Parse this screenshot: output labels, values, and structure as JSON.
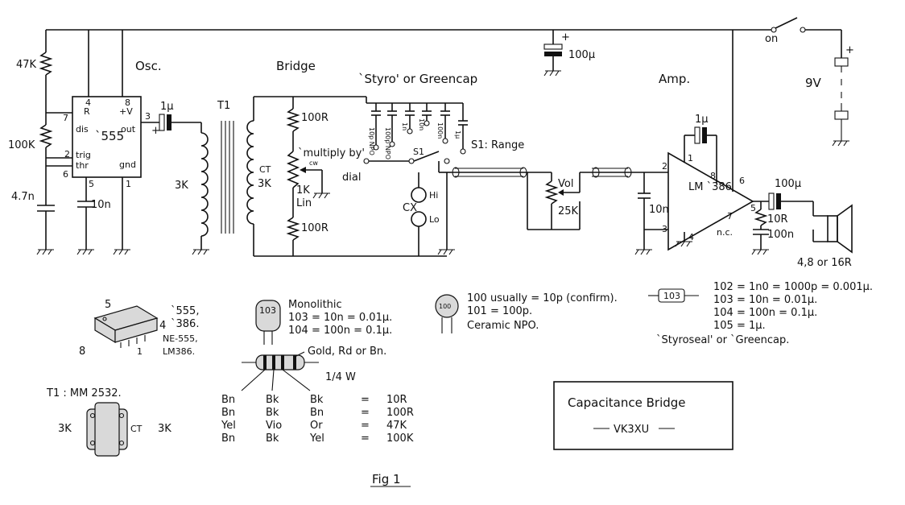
{
  "sections": {
    "osc": "Osc.",
    "bridge": "Bridge",
    "amp": "Amp.",
    "caps_header": "`Styro' or Greencap"
  },
  "power": {
    "switch_label": "on",
    "battery": "9V",
    "bypass_cap": "100µ"
  },
  "osc": {
    "r_top": "47K",
    "r_mid": "100K",
    "c_timing": "4.7n",
    "ic": "`555",
    "ctrl_cap": "10n",
    "pin_r": "R",
    "pin_v": "+V",
    "pin_dis": "dis",
    "pin_out": "out",
    "pin_trig": "trig",
    "pin_thr": "thr",
    "pin_gnd": "gnd",
    "pin4": "4",
    "pin8": "8",
    "pin7": "7",
    "pin3": "3",
    "pin2": "2",
    "pin6": "6",
    "pin5": "5",
    "pin1": "1",
    "coupling_cap": "1µ",
    "plus": "+"
  },
  "bridge": {
    "transformer": "T1",
    "primary": "3K",
    "secondary_ct": "CT",
    "secondary": "3K",
    "r_top": "100R",
    "pot": "1K",
    "pot_taper": "Lin",
    "r_bottom": "100R",
    "multiply": "`multiply by'",
    "dial": "dial",
    "switch": "S1",
    "range": "S1: Range",
    "cx": "CX",
    "hi": "Hi",
    "lo": "Lo",
    "cw": "cw"
  },
  "range_caps": [
    "10p NPO",
    "100p NPO",
    "1n",
    "10n",
    "100n",
    "1µ"
  ],
  "amp": {
    "vol": "Vol",
    "vol_value": "25K",
    "filter_cap": "10n",
    "ic": "LM `386",
    "gain_cap": "1µ",
    "pin1": "1",
    "pin8": "8",
    "pin2": "2",
    "pin3": "3",
    "pin4": "4",
    "pin5": "5",
    "pin6": "6",
    "pin7": "7",
    "nc": "n.c.",
    "out_cap": "100µ",
    "zobel_r": "10R",
    "zobel_c": "100n",
    "speaker": "4,8 or 16R"
  },
  "notes": {
    "ic_names": [
      "`555,",
      "`386."
    ],
    "ic_parts": [
      "NE-555,",
      "LM386."
    ],
    "ic_pin5": "5",
    "ic_pin4": "4",
    "ic_pin8": "8",
    "ic_pin1": "1",
    "mono_code": "103",
    "mono_title": "Monolithic",
    "mono_lines": [
      "103 = 10n = 0.01µ.",
      "104 = 100n = 0.1µ."
    ],
    "ceramic_code": "100",
    "ceramic_lines": [
      "100 usually = 10p (confirm).",
      "101    =    100p.",
      "Ceramic NPO."
    ],
    "styro_code": "103",
    "styro_lines": [
      "102 = 1n0 = 1000p = 0.001µ.",
      "103 = 10n = 0.01µ.",
      "104 = 100n = 0.1µ.",
      "105 = 1µ."
    ],
    "styro_caption": "`Styroseal' or `Greencap.",
    "resistor_band_note": "Gold, Rd or Bn.",
    "resistor_power": "1/4 W",
    "color_table": [
      [
        "Bn",
        "Bk",
        "Bk",
        "=",
        "10R"
      ],
      [
        "Bn",
        "Bk",
        "Bn",
        "=",
        "100R"
      ],
      [
        "Yel",
        "Vio",
        "Or",
        "=",
        "47K"
      ],
      [
        "Bn",
        "Bk",
        "Yel",
        "=",
        "100K"
      ]
    ],
    "t1_label": "T1 : MM 2532.",
    "t1_left": "3K",
    "t1_ct": "CT",
    "t1_right": "3K"
  },
  "title_box": {
    "title": "Capacitance Bridge",
    "callsign": "VK3XU"
  },
  "figure": "Fig 1"
}
